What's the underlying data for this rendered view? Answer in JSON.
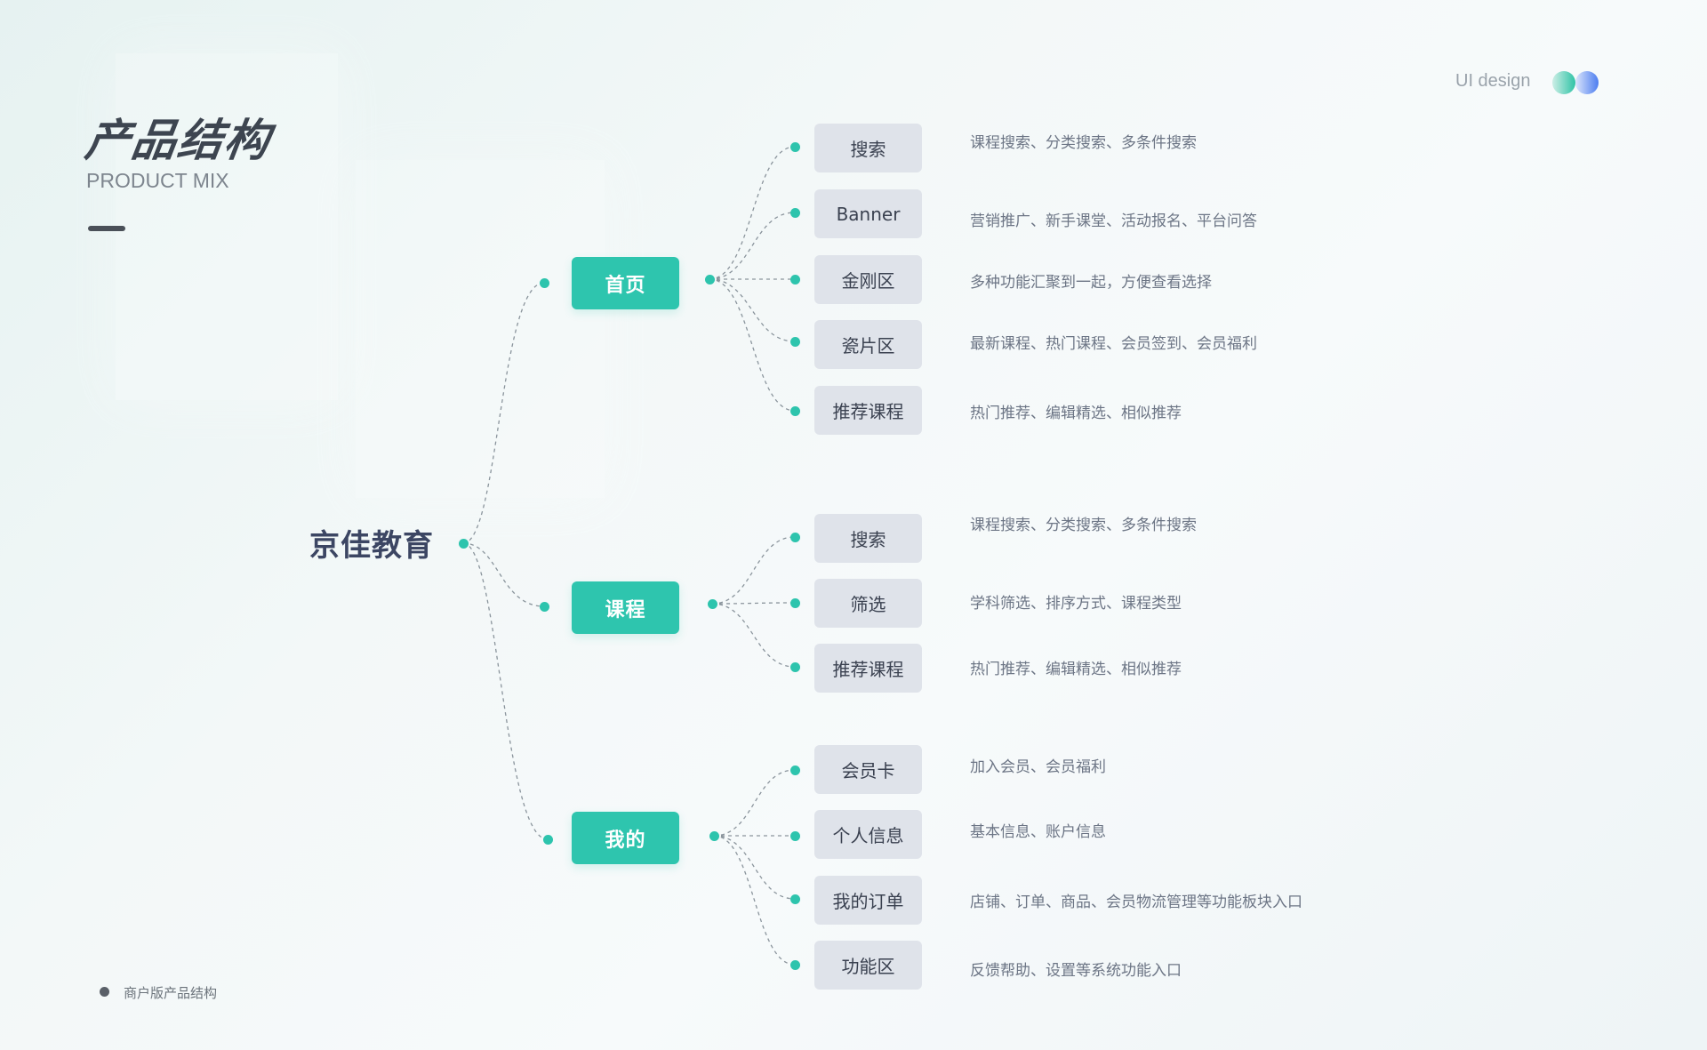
{
  "header": {
    "title": "产品结构",
    "subtitle": "PRODUCT MIX",
    "ui_label": "UI design"
  },
  "footer": {
    "label": "商户版产品结构"
  },
  "colors": {
    "accent": "#2ec5ae",
    "node_gray": "#dfe3ea",
    "root_text": "#3c4663",
    "toggle_left": "#2fc3a6",
    "toggle_right": "#4d7df0"
  },
  "tree": {
    "root": "京佳教育",
    "sections": [
      {
        "label": "首页",
        "children": [
          {
            "label": "搜索",
            "desc": "课程搜索、分类搜索、多条件搜索"
          },
          {
            "label": "Banner",
            "desc": "营销推广、新手课堂、活动报名、平台问答"
          },
          {
            "label": "金刚区",
            "desc": "多种功能汇聚到一起，方便查看选择"
          },
          {
            "label": "瓷片区",
            "desc": "最新课程、热门课程、会员签到、会员福利"
          },
          {
            "label": "推荐课程",
            "desc": "热门推荐、编辑精选、相似推荐"
          }
        ]
      },
      {
        "label": "课程",
        "children": [
          {
            "label": "搜索",
            "desc": "课程搜索、分类搜索、多条件搜索"
          },
          {
            "label": "筛选",
            "desc": "学科筛选、排序方式、课程类型"
          },
          {
            "label": "推荐课程",
            "desc": "热门推荐、编辑精选、相似推荐"
          }
        ]
      },
      {
        "label": "我的",
        "children": [
          {
            "label": "会员卡",
            "desc": "加入会员、会员福利"
          },
          {
            "label": "个人信息",
            "desc": "基本信息、账户信息"
          },
          {
            "label": "我的订单",
            "desc": "店铺、订单、商品、会员物流管理等功能板块入口"
          },
          {
            "label": "功能区",
            "desc": "反馈帮助、设置等系统功能入口"
          }
        ]
      }
    ]
  }
}
